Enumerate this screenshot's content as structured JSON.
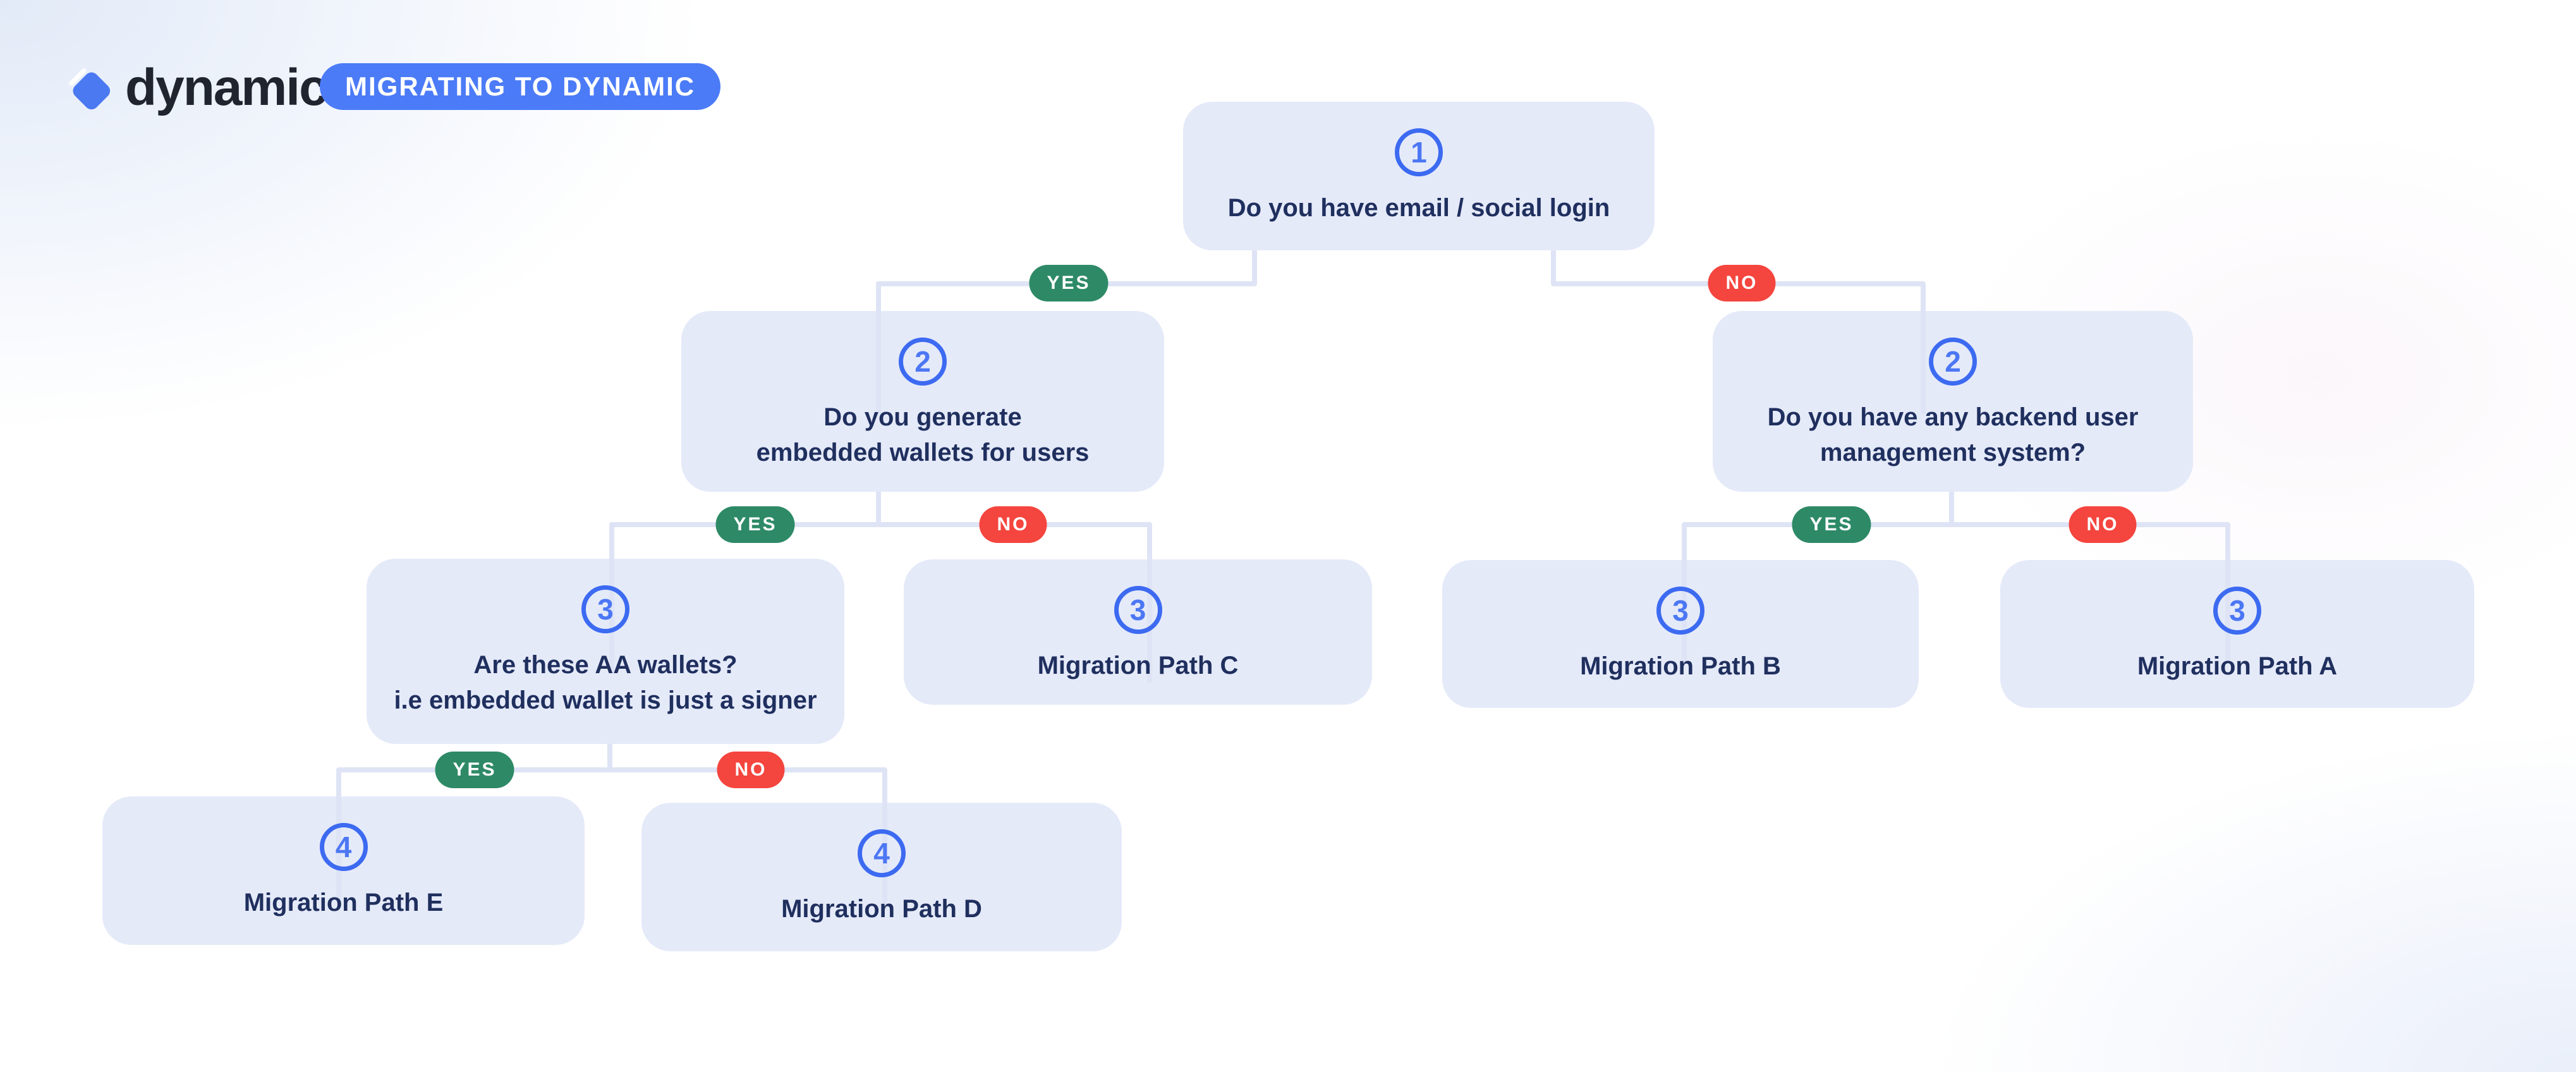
{
  "header": {
    "logo_text": "dynamic",
    "badge_label": "MIGRATING TO DYNAMIC"
  },
  "labels": {
    "yes": "YES",
    "no": "NO"
  },
  "colors": {
    "accent_blue": "#3c6af1",
    "badge_blue": "#4b7bf7",
    "navy_text": "#1f2f5e",
    "node_fill": "#e5eaf9",
    "connector": "#dee4f5",
    "yes_green": "#2e8a66",
    "no_red": "#f4453e"
  },
  "nodes": [
    {
      "id": "q1",
      "step": "1",
      "lines": [
        "Do you have email / social login"
      ]
    },
    {
      "id": "q2a",
      "step": "2",
      "lines": [
        "Do you generate",
        "embedded wallets for users"
      ]
    },
    {
      "id": "q2b",
      "step": "2",
      "lines": [
        "Do you have any backend user",
        "management system?"
      ]
    },
    {
      "id": "q3",
      "step": "3",
      "lines": [
        "Are these AA wallets?",
        "i.e embedded wallet is just a signer"
      ]
    },
    {
      "id": "pathC",
      "step": "3",
      "lines": [
        "Migration Path C"
      ]
    },
    {
      "id": "pathB",
      "step": "3",
      "lines": [
        "Migration Path B"
      ]
    },
    {
      "id": "pathA",
      "step": "3",
      "lines": [
        "Migration Path A"
      ]
    },
    {
      "id": "pathE",
      "step": "4",
      "lines": [
        "Migration Path E"
      ]
    },
    {
      "id": "pathD",
      "step": "4",
      "lines": [
        "Migration Path D"
      ]
    }
  ],
  "edges": [
    {
      "from": "q1",
      "to": "q2a",
      "label": "YES"
    },
    {
      "from": "q1",
      "to": "q2b",
      "label": "NO"
    },
    {
      "from": "q2a",
      "to": "q3",
      "label": "YES"
    },
    {
      "from": "q2a",
      "to": "pathC",
      "label": "NO"
    },
    {
      "from": "q2b",
      "to": "pathB",
      "label": "YES"
    },
    {
      "from": "q2b",
      "to": "pathA",
      "label": "NO"
    },
    {
      "from": "q3",
      "to": "pathE",
      "label": "YES"
    },
    {
      "from": "q3",
      "to": "pathD",
      "label": "NO"
    }
  ]
}
